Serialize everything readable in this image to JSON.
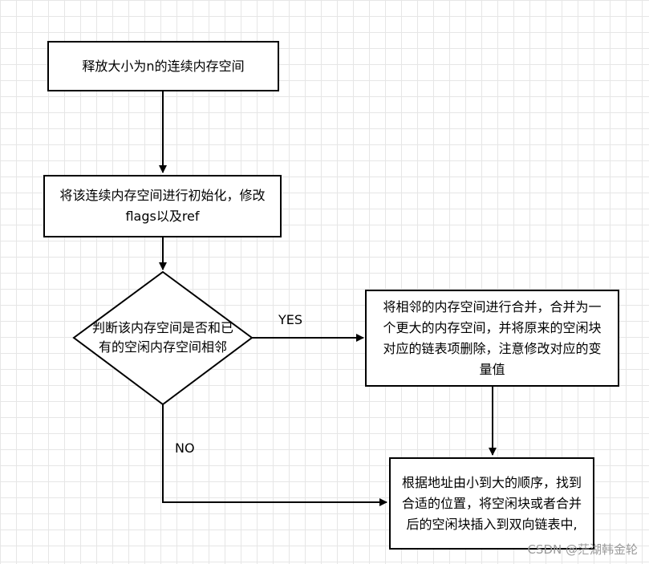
{
  "nodes": {
    "release": {
      "text": "释放大小为n的连续内存空间"
    },
    "init": {
      "text": "将该连续内存空间进行初始化，修改flags以及ref"
    },
    "decision": {
      "text": "判断该内存空间是否和已有的空闲内存空间相邻"
    },
    "merge": {
      "text": "将相邻的内存空间进行合并，合并为一个更大的内存空间，并将原来的空闲块对应的链表项删除，注意修改对应的变量值"
    },
    "insert": {
      "text": "根据地址由小到大的顺序，找到合适的位置，将空闲块或者合并后的空闲块插入到双向链表中,"
    }
  },
  "edges": {
    "yes_label": "YES",
    "no_label": "NO"
  },
  "watermark": "CSDN @茫湖韩金轮"
}
